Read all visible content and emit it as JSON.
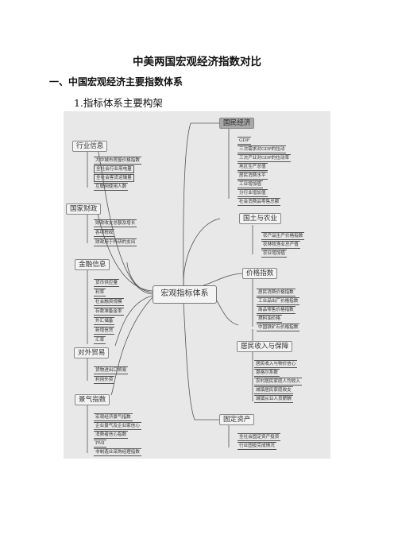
{
  "document": {
    "title": "中美两国宏观经济指数对比",
    "section_heading": "一、中国宏观经济主要指数体系",
    "sub_heading": "1.指标体系主要构架"
  },
  "mindmap": {
    "center": "宏观指标体系",
    "branches": [
      {
        "id": "hangye",
        "label": "行业信息",
        "items": [
          "大中城市房屋价格指数",
          "全社会行业用电量",
          "全社会客货运输量",
          "互联网使用人数"
        ]
      },
      {
        "id": "caizheng",
        "label": "国家财政",
        "items": [
          "财政收支总额及增长",
          "各项税收",
          "财政用于科研的支出"
        ]
      },
      {
        "id": "jinrong",
        "label": "金融信息",
        "items": [
          "货币供应量",
          "利率",
          "社会融资规模",
          "存款准备金率",
          "外汇储备",
          "新增信贷",
          "汇率"
        ]
      },
      {
        "id": "maoyi",
        "label": "对外贸易",
        "items": [
          "货物进出口贸易",
          "利用外资"
        ]
      },
      {
        "id": "jingqi",
        "label": "景气指数",
        "items": [
          "宏观经济景气指数",
          "企业景气及企业家信心",
          "消费者信心指数",
          "PMI",
          "非制造业采购经理指数"
        ]
      },
      {
        "id": "guomin",
        "label": "国民经济",
        "items": [
          "GDP",
          "三次需求对GDP的拉动",
          "三次产业对GDP的拉动率",
          "地区生产总值",
          "居民消费水平",
          "工业增加值",
          "分行业增加值",
          "社会消费品零售总额"
        ]
      },
      {
        "id": "guotu",
        "label": "国土与农业",
        "items": [
          "农产品生产价格指数",
          "农林牧渔业总产值",
          "农业增加值"
        ]
      },
      {
        "id": "jiage",
        "label": "价格指数",
        "items": [
          "居民消费价格指数",
          "工业品出厂价格指数",
          "商品零售价格指数",
          "燃料油价格",
          "中国铁矿石价格指数"
        ]
      },
      {
        "id": "jumin",
        "label": "居民收入与保障",
        "items": [
          "居民收入与物价信心",
          "恩格尔系数",
          "农村居民家庭人均收入",
          "城镇居民家庭收支",
          "城镇从业人员薪酬"
        ]
      },
      {
        "id": "guding",
        "label": "固定资产",
        "items": [
          "全社会固定资产投资",
          "行业固投完成情况"
        ]
      }
    ]
  }
}
